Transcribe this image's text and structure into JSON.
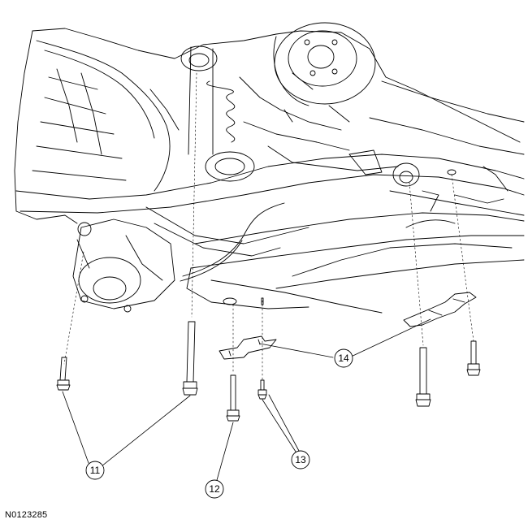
{
  "callouts": [
    {
      "id": "11",
      "label": "11"
    },
    {
      "id": "12",
      "label": "12"
    },
    {
      "id": "13",
      "label": "13"
    },
    {
      "id": "14",
      "label": "14"
    }
  ],
  "figure_code": "N0123285",
  "colors": {
    "line": "#000000",
    "background": "#ffffff"
  }
}
